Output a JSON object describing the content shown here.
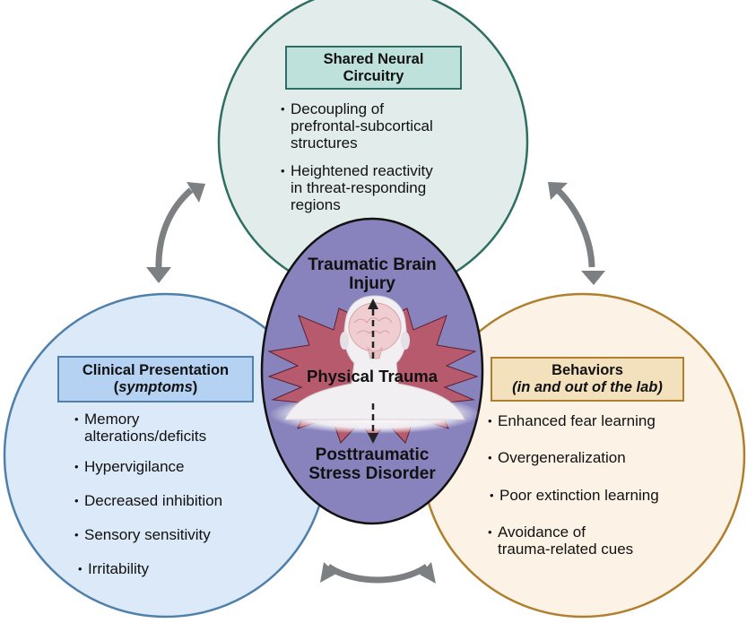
{
  "diagram": {
    "colors": {
      "top_fill": "#e2ecea",
      "top_stroke": "#2e6e63",
      "top_box_fill": "#bfe1dc",
      "left_fill": "#dce9f8",
      "left_stroke": "#4f7fab",
      "left_box_fill": "#b5d2f3",
      "right_fill": "#fcf3e6",
      "right_stroke": "#b07f2e",
      "right_box_fill": "#f3e1bd",
      "center_fill": "#8883bd",
      "center_stroke": "#111111",
      "starburst": "#b85a6e",
      "arrow": "#7d8083"
    },
    "top_circle": {
      "title_line1": "Shared Neural",
      "title_line2": "Circuitry",
      "bullets": [
        "Decoupling of\nprefrontal-subcortical\nstructures",
        "Heightened reactivity\nin threat-responding\nregions"
      ]
    },
    "left_circle": {
      "title_line1": "Clinical Presentation",
      "title_line2": "symptoms",
      "bullets": [
        "Memory\nalterations/deficits",
        "Hypervigilance",
        "Decreased inhibition",
        "Sensory sensitivity",
        "Irritability"
      ]
    },
    "right_circle": {
      "title_line1": "Behaviors",
      "title_line2": "(in and out of the lab)",
      "bullets": [
        "Enhanced fear learning",
        "Overgeneralization",
        "Poor extinction learning",
        "Avoidance of\ntrauma-related cues"
      ]
    },
    "center_oval": {
      "top_label": "Traumatic Brain\nInjury",
      "middle_label": "Physical Trauma",
      "bottom_label": "Posttraumatic\nStress Disorder",
      "illustration": "head-with-brain-icon",
      "burst": "starburst-icon"
    },
    "connectors": [
      {
        "between": [
          "left_circle",
          "top_circle"
        ],
        "type": "double-arrow"
      },
      {
        "between": [
          "top_circle",
          "right_circle"
        ],
        "type": "double-arrow"
      },
      {
        "between": [
          "left_circle",
          "right_circle"
        ],
        "type": "double-arrow"
      }
    ]
  }
}
